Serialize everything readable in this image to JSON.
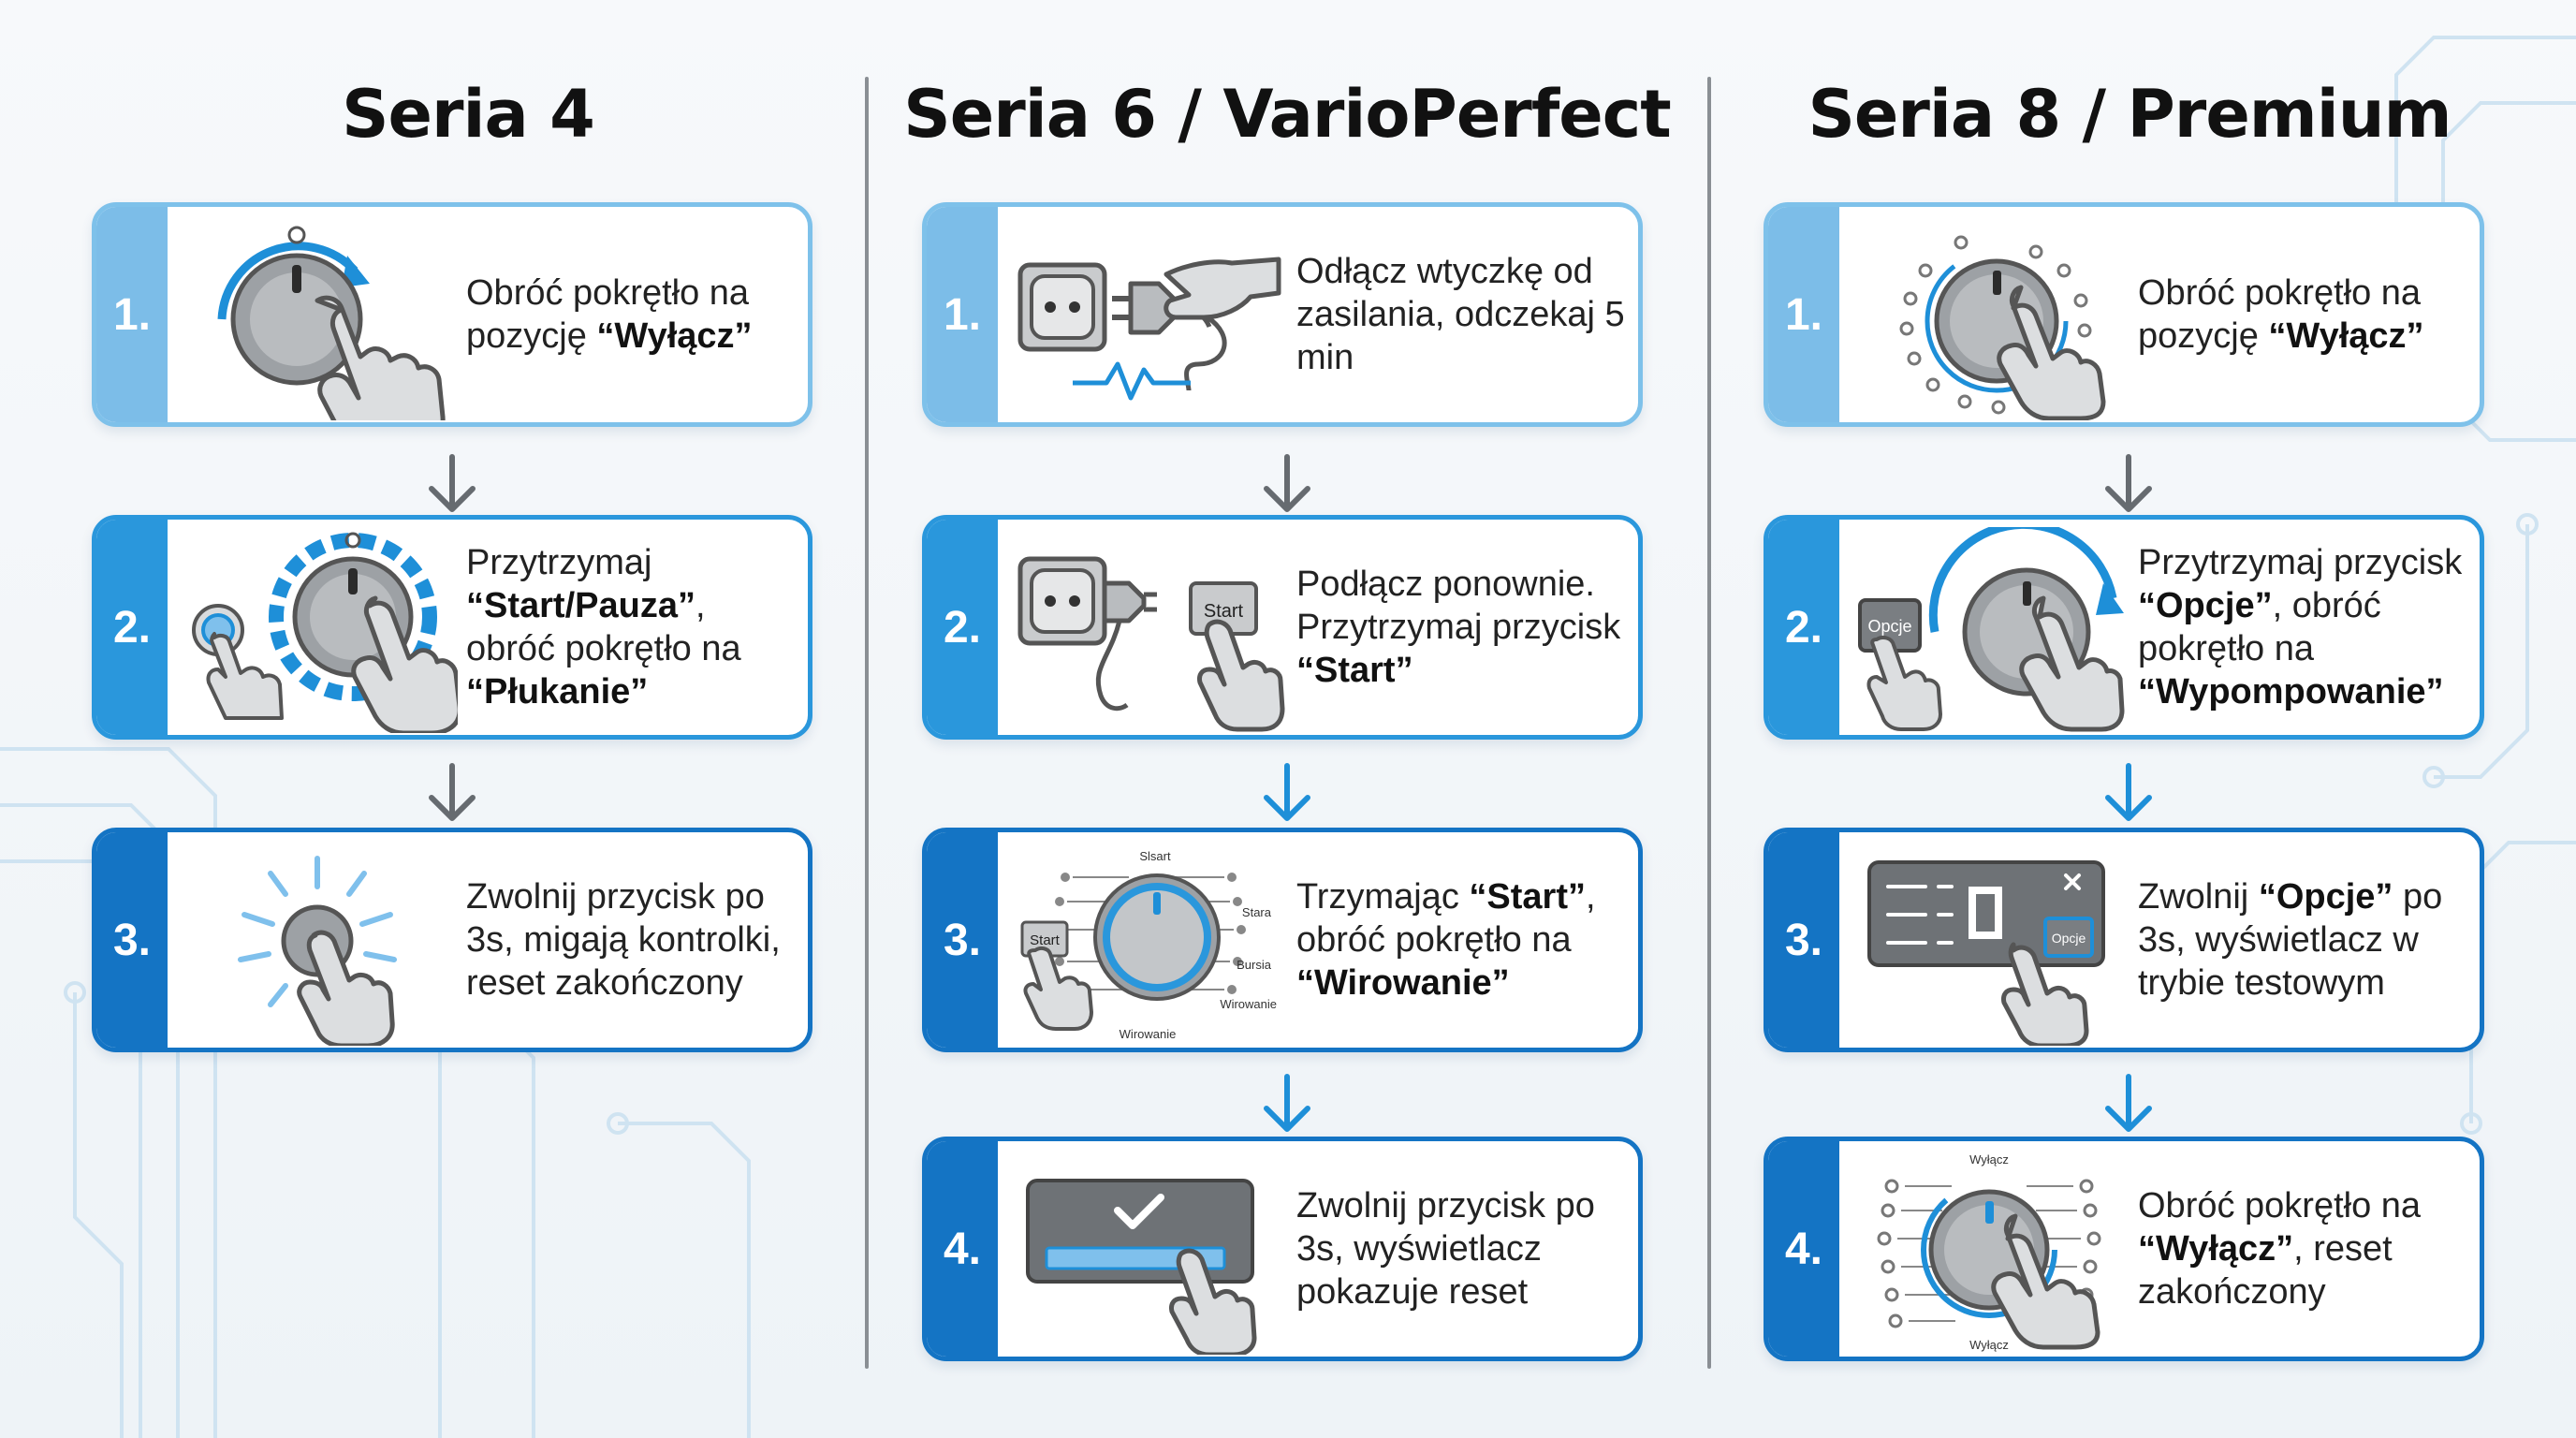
{
  "columns": [
    {
      "title": "Seria 4",
      "steps": [
        {
          "num": "1.",
          "parts": [
            {
              "t": "Obróć pokrętło na pozycję "
            },
            {
              "t": "“Wyłącz”",
              "b": true
            }
          ]
        },
        {
          "num": "2.",
          "parts": [
            {
              "t": "Przytrzymaj "
            },
            {
              "t": "“Start/Pauza”",
              "b": true
            },
            {
              "t": ", obróć pokrętło na "
            },
            {
              "t": "“Płukanie”",
              "b": true
            }
          ]
        },
        {
          "num": "3.",
          "parts": [
            {
              "t": "Zwolnij przycisk po 3s, migają kontrolki, reset zakończony"
            }
          ]
        }
      ]
    },
    {
      "title": "Seria 6 / VarioPerfect",
      "steps": [
        {
          "num": "1.",
          "parts": [
            {
              "t": "Odłącz wtyczkę od zasilania, odczekaj 5 min"
            }
          ]
        },
        {
          "num": "2.",
          "parts": [
            {
              "t": "Podłącz ponownie. Przytrzymaj przycisk "
            },
            {
              "t": "“Start”",
              "b": true
            }
          ]
        },
        {
          "num": "3.",
          "parts": [
            {
              "t": "Trzymając "
            },
            {
              "t": "“Start”",
              "b": true
            },
            {
              "t": ", obróć pokrętło na "
            },
            {
              "t": "“Wirowanie”",
              "b": true
            }
          ]
        },
        {
          "num": "4.",
          "parts": [
            {
              "t": "Zwolnij przycisk po 3s, wyświetlacz pokazuje reset"
            }
          ]
        }
      ]
    },
    {
      "title": "Seria 8 / Premium",
      "steps": [
        {
          "num": "1.",
          "parts": [
            {
              "t": "Obróć pokrętło na pozycję "
            },
            {
              "t": "“Wyłącz”",
              "b": true
            }
          ]
        },
        {
          "num": "2.",
          "parts": [
            {
              "t": "Przytrzymaj przycisk "
            },
            {
              "t": "“Opcje”",
              "b": true
            },
            {
              "t": ", obróć pokrętło na "
            },
            {
              "t": "“Wypompowanie”",
              "b": true
            }
          ]
        },
        {
          "num": "3.",
          "parts": [
            {
              "t": "Zwolnij "
            },
            {
              "t": "“Opcje”",
              "b": true
            },
            {
              "t": " po 3s, wyświetlacz w trybie testowym"
            }
          ]
        },
        {
          "num": "4.",
          "parts": [
            {
              "t": "Obróć pokrętło na "
            },
            {
              "t": "“Wyłącz”",
              "b": true
            },
            {
              "t": ", reset zakończony"
            }
          ]
        }
      ]
    }
  ],
  "icon_labels": {
    "start": "Start",
    "opcje": "Opcje",
    "slsart": "Slsart",
    "stara": "Stara",
    "bursia": "Bursia",
    "wirowanie": "Wirowanie",
    "wylacz": "Wyłącz"
  },
  "colors": {
    "light": "#7cbde8",
    "mid": "#2a97dc",
    "deep": "#1474c4",
    "accent": "#1e8fd8",
    "grey": "#8b8f93"
  }
}
